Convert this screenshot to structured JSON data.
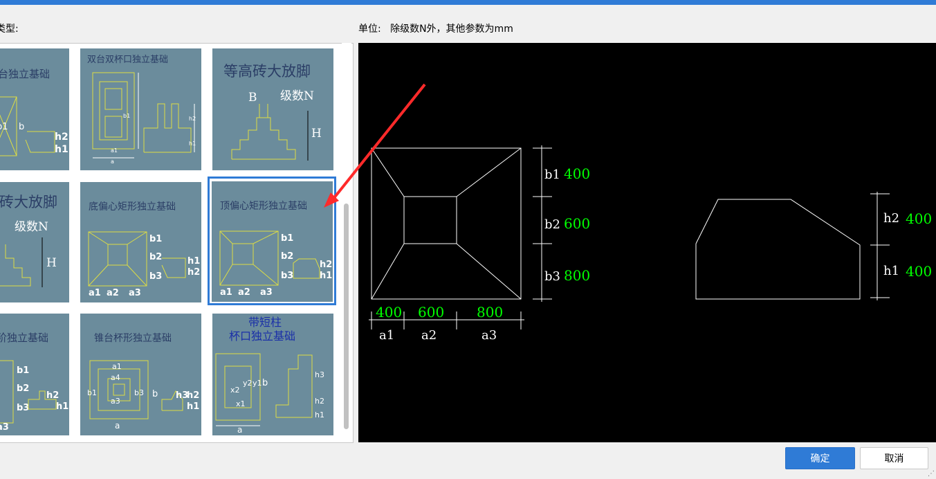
{
  "labels": {
    "type_label": "类型:",
    "unit_label": "单位:",
    "unit_text": "除级数N外，其他参数为mm"
  },
  "gallery": {
    "items": [
      {
        "title": "台独立基础",
        "selected": false
      },
      {
        "title": "双台双杯口独立基础",
        "selected": false
      },
      {
        "title": "等高砖大放脚",
        "selected": false
      },
      {
        "title": "砖大放脚",
        "selected": false
      },
      {
        "title": "底偏心矩形独立基础",
        "selected": false
      },
      {
        "title": "顶偏心矩形独立基础",
        "selected": true
      },
      {
        "title": "阶独立基础",
        "selected": false
      },
      {
        "title": "锥台杯形独立基础",
        "selected": false
      },
      {
        "title_line1": "带短柱",
        "title_line2": "杯口独立基础",
        "selected": false
      }
    ],
    "param_labels": {
      "B": "B",
      "N": "级数N",
      "H": "H",
      "b": "b",
      "b1": "b1",
      "b2": "b2",
      "b3": "b3",
      "h1": "h1",
      "h2": "h2",
      "h3": "h3",
      "a": "a",
      "a1": "a1",
      "a2": "a2",
      "a3": "a3",
      "a4": "a4",
      "x1": "x1",
      "x2": "x2",
      "y1": "y1",
      "y2": "y2"
    }
  },
  "preview": {
    "b1": {
      "label": "b1",
      "value": "400"
    },
    "b2": {
      "label": "b2",
      "value": "600"
    },
    "b3": {
      "label": "b3",
      "value": "800"
    },
    "a1": {
      "label": "a1",
      "value": "400"
    },
    "a2": {
      "label": "a2",
      "value": "600"
    },
    "a3": {
      "label": "a3",
      "value": "800"
    },
    "h1": {
      "label": "h1",
      "value": "400"
    },
    "h2": {
      "label": "h2",
      "value": "400"
    }
  },
  "buttons": {
    "ok": "确定",
    "cancel": "取消"
  },
  "colors": {
    "accent": "#2f7bd6",
    "thumb_bg": "#6b8c9c",
    "value_green": "#00ff00",
    "arrow_red": "#ff2a2a"
  }
}
